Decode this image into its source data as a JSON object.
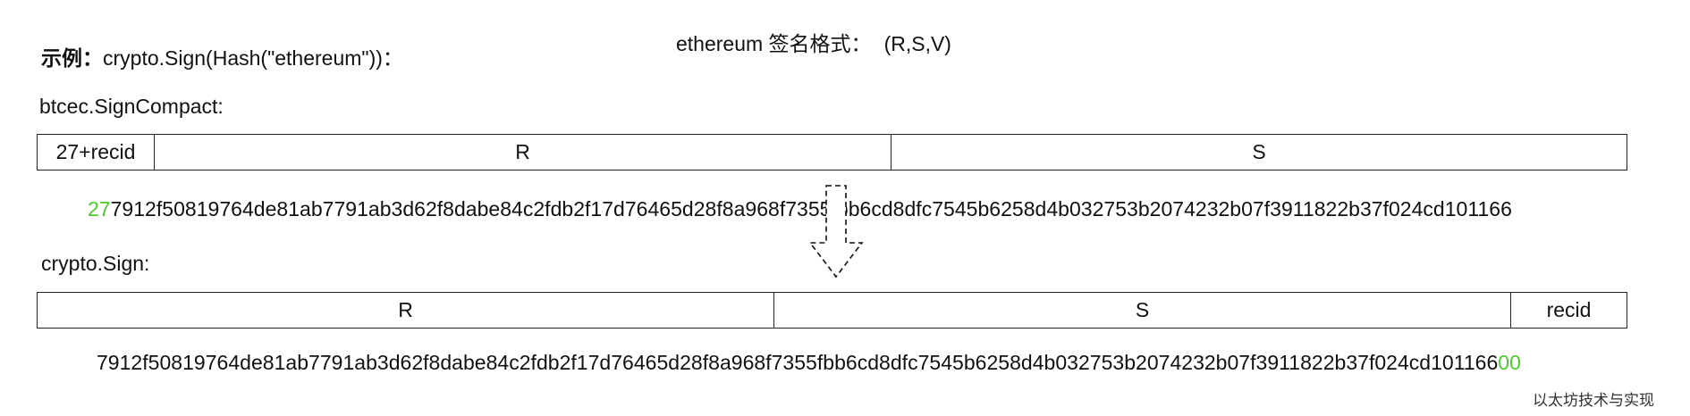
{
  "header": {
    "example_prefix": "示例：",
    "example_call": "crypto.Sign(Hash(\"ethereum\"))：",
    "format_label": "ethereum 签名格式：",
    "format_value": "(R,S,V)"
  },
  "compact": {
    "label": "btcec.SignCompact:",
    "segments": [
      "27+recid",
      "R",
      "S"
    ],
    "hex_highlight": "27",
    "hex_rest": "7912f50819764de81ab7791ab3d62f8dabe84c2fdb2f17d76465d28f8a968f7355fbb6cd8dfc7545b6258d4b032753b2074232b07f3911822b37f024cd101166"
  },
  "sign": {
    "label": "crypto.Sign:",
    "segments": [
      "R",
      "S",
      "recid"
    ],
    "hex_rest": "7912f50819764de81ab7791ab3d62f8dabe84c2fdb2f17d76465d28f8a968f7355fbb6cd8dfc7545b6258d4b032753b2074232b07f3911822b37f024cd101166",
    "hex_highlight": "00"
  },
  "watermark": "以太坊技术与实现",
  "colors": {
    "highlight": "#4ccd2c",
    "border": "#222222"
  },
  "icons": {
    "arrow": "dashed-down-arrow-icon"
  }
}
